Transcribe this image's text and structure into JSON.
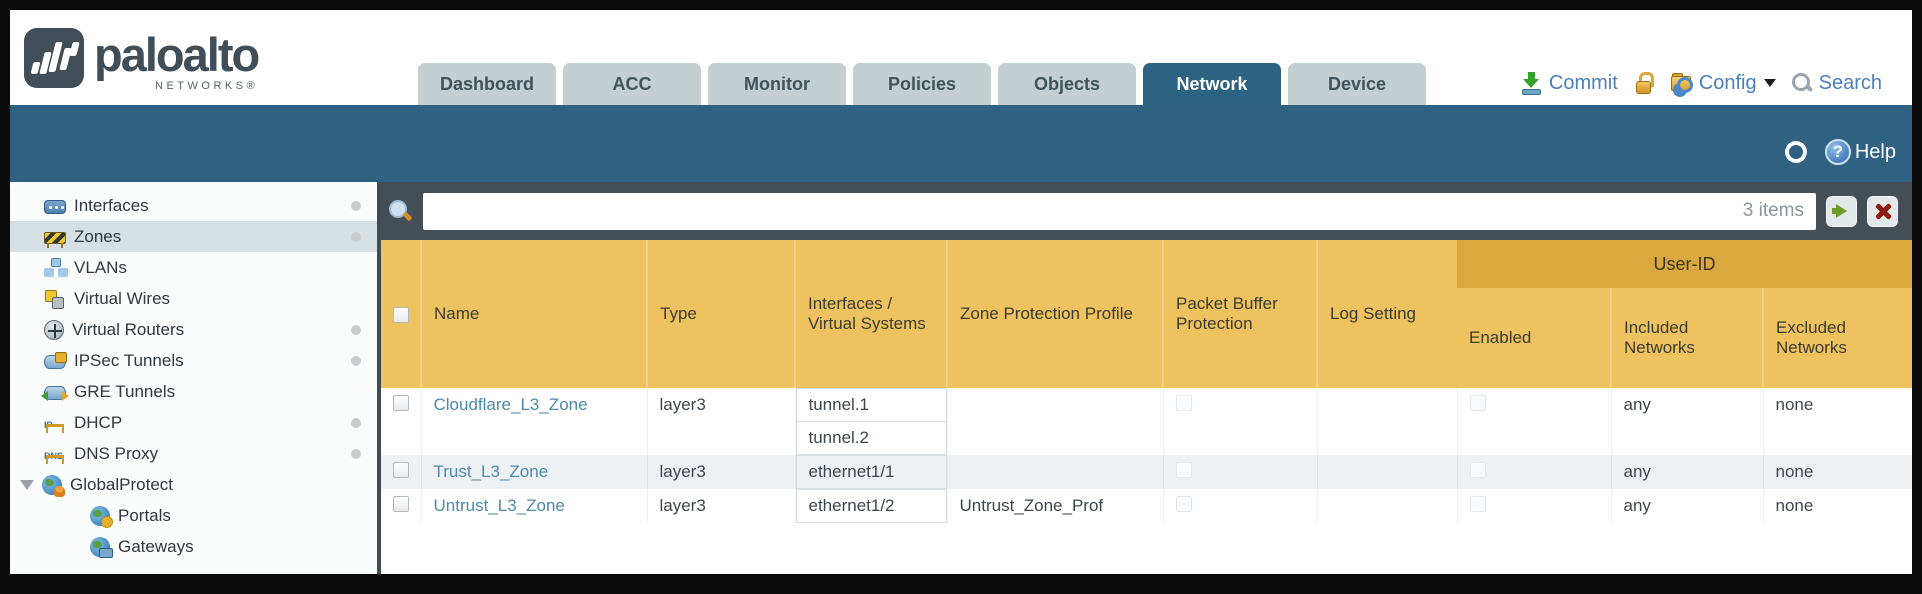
{
  "brand": {
    "word": "paloalto",
    "sub": "NETWORKS®"
  },
  "nav": {
    "tabs": [
      {
        "label": "Dashboard",
        "active": false
      },
      {
        "label": "ACC",
        "active": false
      },
      {
        "label": "Monitor",
        "active": false
      },
      {
        "label": "Policies",
        "active": false
      },
      {
        "label": "Objects",
        "active": false
      },
      {
        "label": "Network",
        "active": true
      },
      {
        "label": "Device",
        "active": false
      }
    ]
  },
  "utilities": {
    "commit": "Commit",
    "config": "Config",
    "search": "Search"
  },
  "band": {
    "help": "Help"
  },
  "filter": {
    "value": "",
    "count": "3 items"
  },
  "sidebar": {
    "items": [
      {
        "label": "Interfaces",
        "dot": true
      },
      {
        "label": "Zones",
        "dot": true,
        "selected": true
      },
      {
        "label": "VLANs",
        "dot": false
      },
      {
        "label": "Virtual Wires",
        "dot": false
      },
      {
        "label": "Virtual Routers",
        "dot": true
      },
      {
        "label": "IPSec Tunnels",
        "dot": true
      },
      {
        "label": "GRE Tunnels",
        "dot": false
      },
      {
        "label": "DHCP",
        "dot": true
      },
      {
        "label": "DNS Proxy",
        "dot": true
      },
      {
        "label": "GlobalProtect",
        "dot": false,
        "expanded": true
      },
      {
        "label": "Portals",
        "dot": false,
        "child": true
      },
      {
        "label": "Gateways",
        "dot": false,
        "child": true
      }
    ],
    "dhcp_badge": "IP",
    "dns_badge": "DNS"
  },
  "table": {
    "group_header": "User-ID",
    "columns": [
      "Name",
      "Type",
      "Interfaces / Virtual Systems",
      "Zone Protection Profile",
      "Packet Buffer Protection",
      "Log Setting",
      "Enabled",
      "Included Networks",
      "Excluded Networks"
    ],
    "rows": [
      {
        "name": "Cloudflare_L3_Zone",
        "type": "layer3",
        "interfaces": [
          "tunnel.1",
          "tunnel.2"
        ],
        "zone_protection_profile": "",
        "log_setting": "",
        "included_networks": "any",
        "excluded_networks": "none"
      },
      {
        "name": "Trust_L3_Zone",
        "type": "layer3",
        "interfaces": [
          "ethernet1/1"
        ],
        "zone_protection_profile": "",
        "log_setting": "",
        "included_networks": "any",
        "excluded_networks": "none"
      },
      {
        "name": "Untrust_L3_Zone",
        "type": "layer3",
        "interfaces": [
          "ethernet1/2"
        ],
        "zone_protection_profile": "Untrust_Zone_Prof",
        "log_setting": "",
        "included_networks": "any",
        "excluded_networks": "none"
      }
    ]
  },
  "colors": {
    "teal": "#2f6282",
    "header_gold": "#eec25e",
    "band_gold": "#d9a83f",
    "link_blue": "#4d89a9"
  }
}
